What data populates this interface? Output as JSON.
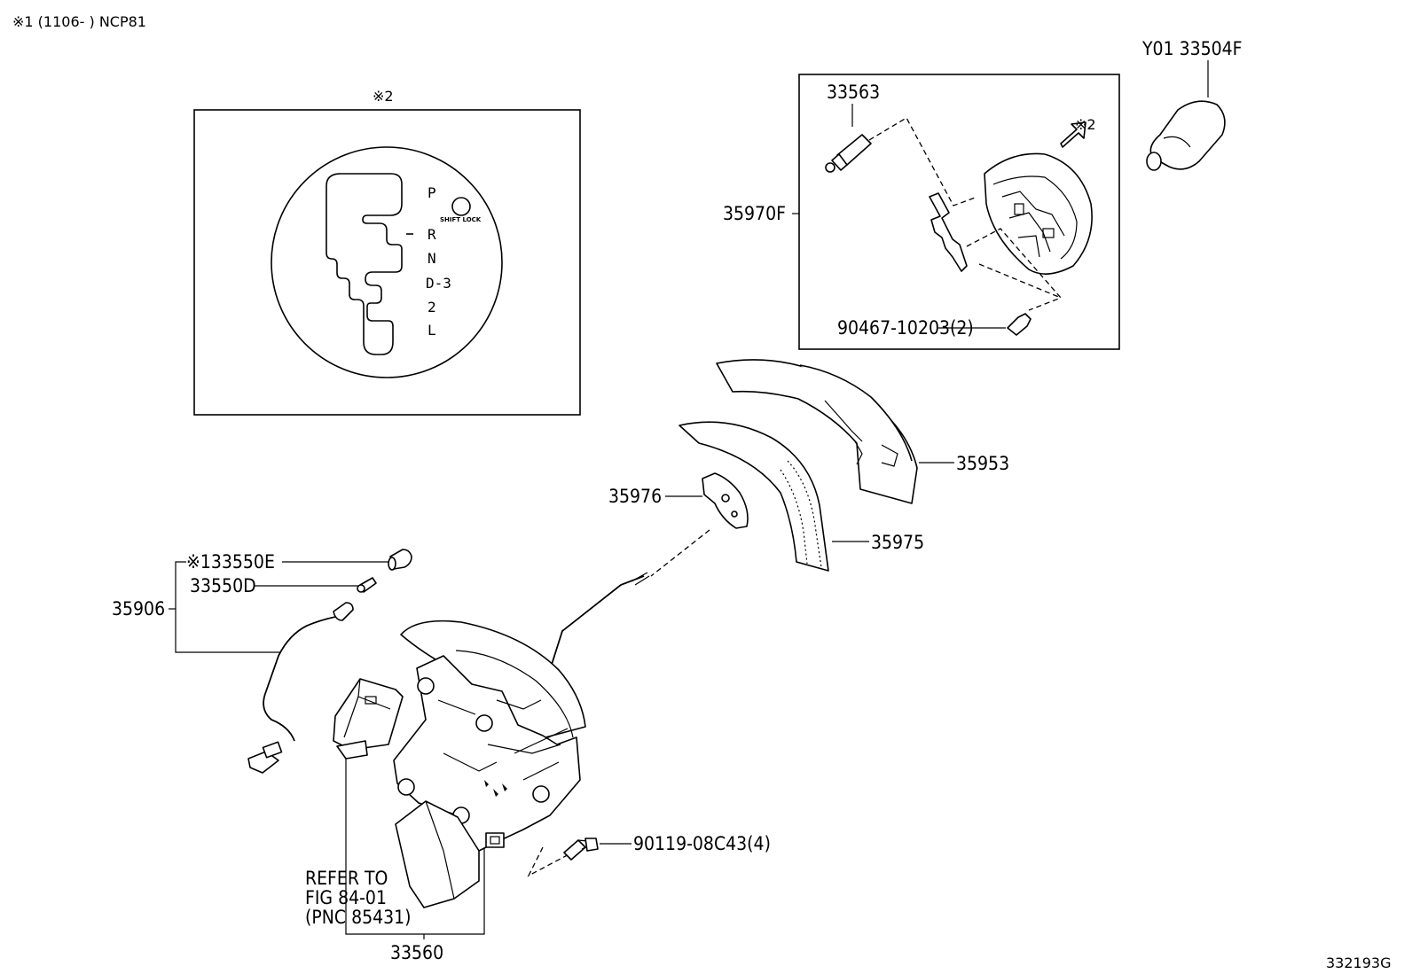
{
  "header_note": "※1 (1106-        ) NCP81",
  "figure_code": "332193G",
  "inset": {
    "title": "※2",
    "gate_positions": [
      "P",
      "R",
      "N",
      "D-3",
      "2",
      "L"
    ],
    "shift_lock_label": "SHIFT LOCK"
  },
  "labels": {
    "y01": "Y01 33504F",
    "p33563": "33563",
    "p35970f": "35970F",
    "note2": "※2",
    "p90467": "90467-10203(2)",
    "p35953": "35953",
    "p35976": "35976",
    "p35975": "35975",
    "p33550e": "※133550E",
    "p33550d": "33550D",
    "p35906": "35906",
    "p90119": "90119-08C43(4)",
    "refer1": "REFER TO",
    "refer2": "FIG 84-01",
    "refer3": "(PNC 85431)",
    "p33560": "33560"
  }
}
